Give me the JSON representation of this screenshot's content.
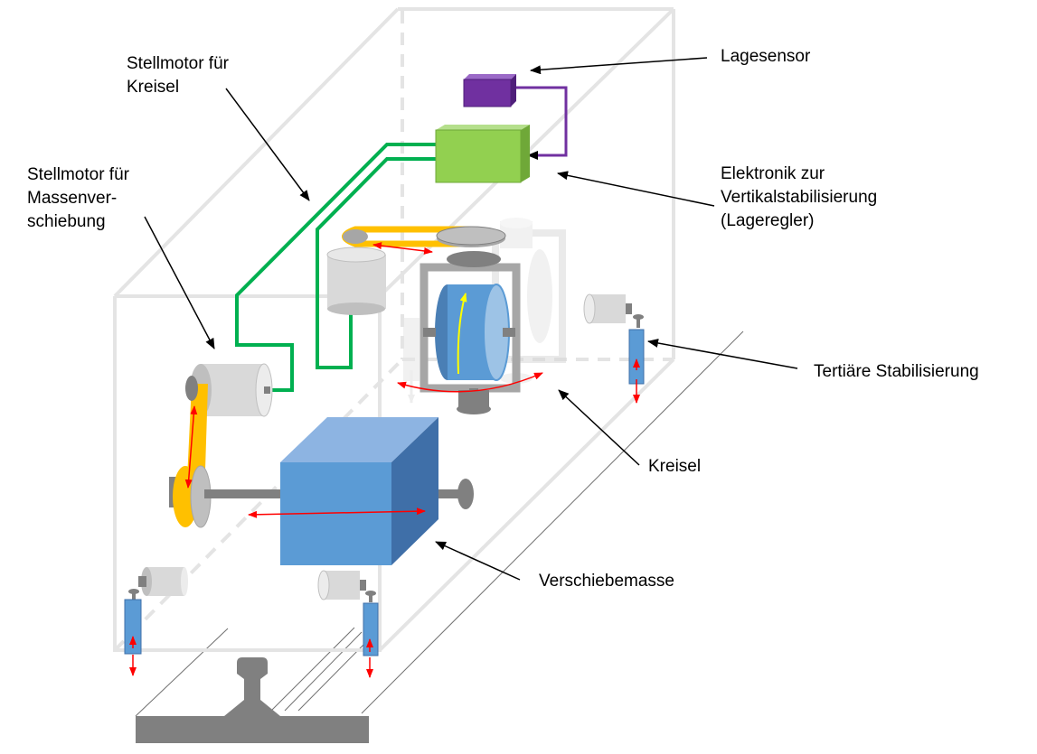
{
  "labels": {
    "lagesensor": "Lagesensor",
    "stellmotor_kreisel": [
      "Stellmotor für",
      "Kreisel"
    ],
    "stellmotor_masse": [
      "Stellmotor für",
      "Massenver-",
      "schiebung"
    ],
    "elektronik": [
      "Elektronik zur",
      "Vertikalstabilisierung",
      "(Lageregler)"
    ],
    "tertiaer": "Tertiäre Stabilisierung",
    "kreisel": "Kreisel",
    "verschiebemasse": "Verschiebemasse"
  },
  "colors": {
    "frame": "#e4e4e4",
    "cable_green": "#00b050",
    "cable_purple": "#7030a0",
    "electronics_green": "#92d050",
    "sensor_purple": "#7030a0",
    "mass_blue": "#5b9bd5",
    "belt_yellow": "#ffc000",
    "motor_gray": "#d9d9d9",
    "shaft_gray": "#808080",
    "arrow_red": "#ff0000",
    "gyro_arrow_yellow": "#ffff00"
  }
}
